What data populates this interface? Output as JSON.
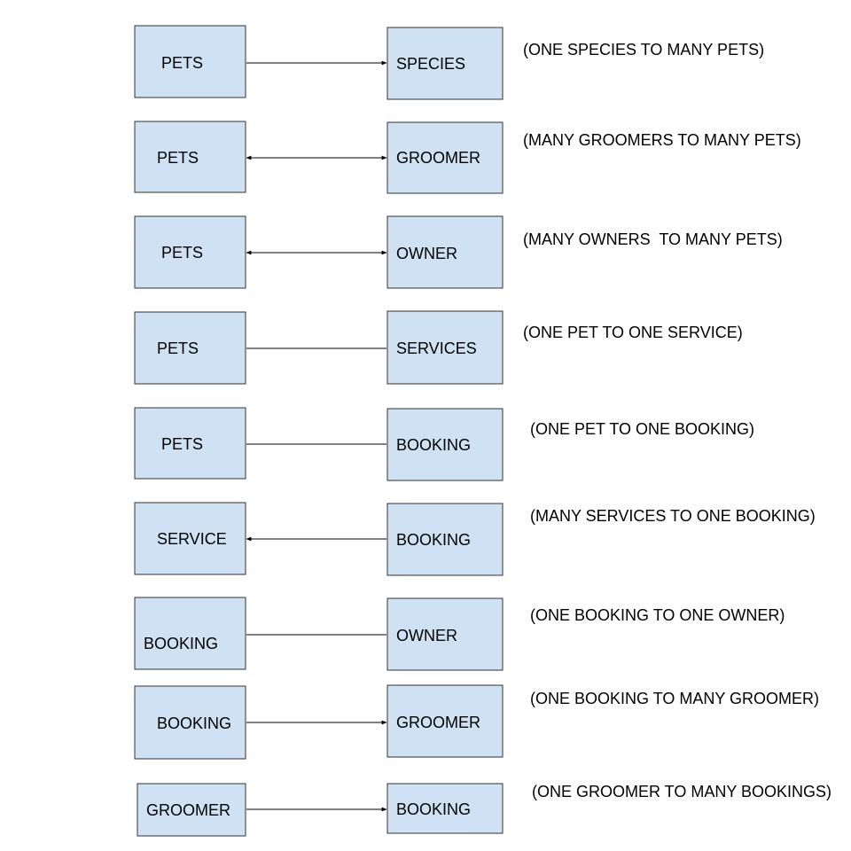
{
  "relationships": [
    {
      "left": "PETS",
      "right": "SPECIES",
      "arrow": "right",
      "label": "(ONE SPECIES TO MANY PETS)"
    },
    {
      "left": "PETS",
      "right": "GROOMER",
      "arrow": "both",
      "label": "(MANY GROOMERS TO MANY PETS)"
    },
    {
      "left": "PETS",
      "right": "OWNER",
      "arrow": "both",
      "label": "(MANY OWNERS  TO MANY PETS)"
    },
    {
      "left": "PETS",
      "right": "SERVICES",
      "arrow": "none",
      "label": "(ONE PET TO ONE SERVICE)"
    },
    {
      "left": "PETS",
      "right": "BOOKING",
      "arrow": "none",
      "label": "(ONE PET TO ONE BOOKING)"
    },
    {
      "left": "SERVICE",
      "right": "BOOKING",
      "arrow": "left",
      "label": "(MANY SERVICES TO ONE BOOKING)"
    },
    {
      "left": "BOOKING",
      "right": "OWNER",
      "arrow": "none",
      "label": "(ONE BOOKING TO ONE OWNER)"
    },
    {
      "left": "BOOKING",
      "right": "GROOMER",
      "arrow": "right",
      "label": "(ONE BOOKING TO MANY GROOMER)"
    },
    {
      "left": "GROOMER",
      "right": "BOOKING",
      "arrow": "right",
      "label": "(ONE GROOMER TO MANY BOOKINGS)"
    }
  ],
  "colors": {
    "box_fill": "#cfe2f3",
    "box_stroke": "#333333",
    "line": "#000000"
  }
}
